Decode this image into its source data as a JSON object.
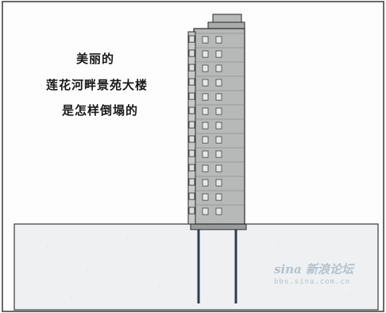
{
  "title": {
    "line1": "美丽的",
    "line2": "莲花河畔景苑大楼",
    "line3": "是怎样倒塌的"
  },
  "watermark": {
    "logo_text": "sina 新浪论坛",
    "url": "bbs.sina.com.cn"
  },
  "building": {
    "floors": 13
  },
  "colors": {
    "ground_fill": "#eef0f1",
    "building_fill": "#b7b8b8",
    "line": "#2a2a2a",
    "pile": "#2c3e4f"
  }
}
